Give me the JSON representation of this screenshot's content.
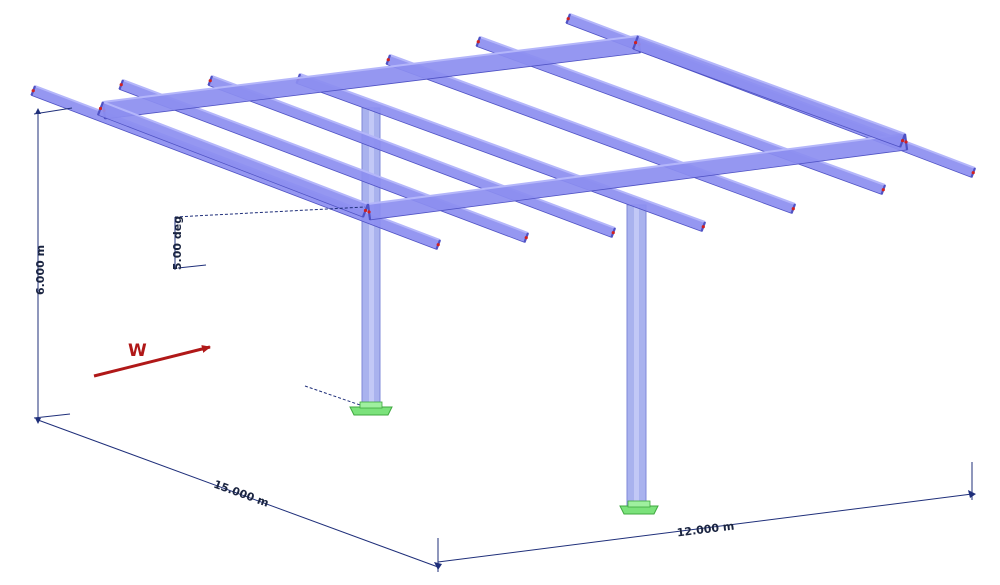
{
  "dimensions": {
    "height": "6.000 m",
    "length": "15.000 m",
    "width": "12.000 m",
    "slope": "5.00 deg"
  },
  "wind": {
    "label": "W"
  },
  "colors": {
    "member_fill": "#8c8ef0",
    "member_dark": "#4f52c4",
    "member_light": "#b4b6fa",
    "column_fill": "#a9b2ee",
    "dimension_line": "#1f2f7a",
    "wind_arrow": "#b01818",
    "support": "#7be27b"
  }
}
